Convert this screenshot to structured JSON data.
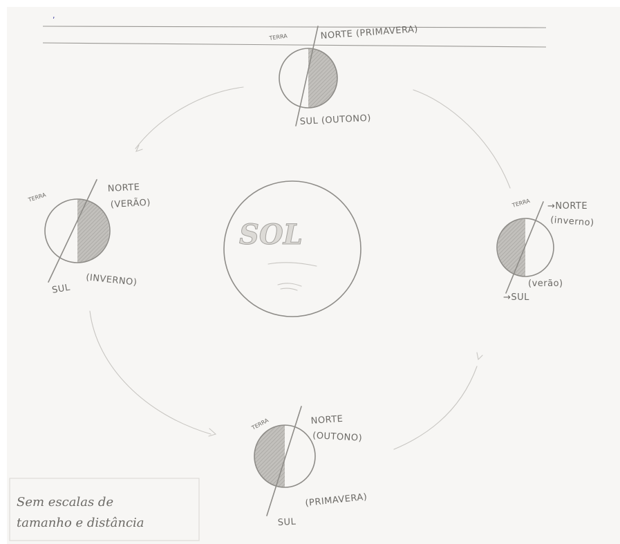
{
  "diagram": {
    "sun": {
      "label": "SOL"
    },
    "earths": {
      "top": {
        "terra": "TERRA",
        "north": "NORTE (PRIMAVERA)",
        "south": "SUL (OUTONO)"
      },
      "left": {
        "terra": "TERRA",
        "north": "NORTE",
        "north_season": "(VERÃO)",
        "south": "SUL",
        "south_season": "(INVERNO)"
      },
      "right": {
        "terra": "TERRA",
        "north": "→NORTE",
        "north_season": "(inverno)",
        "south": "→SUL",
        "south_season": "(verão)"
      },
      "bottom": {
        "terra": "TERRA",
        "north": "NORTE",
        "north_season": "(OUTONO)",
        "south": "SUL",
        "south_season": "(PRIMAVERA)"
      }
    },
    "note": {
      "line1": "Sem escalas de",
      "line2": "tamanho e distância"
    }
  }
}
